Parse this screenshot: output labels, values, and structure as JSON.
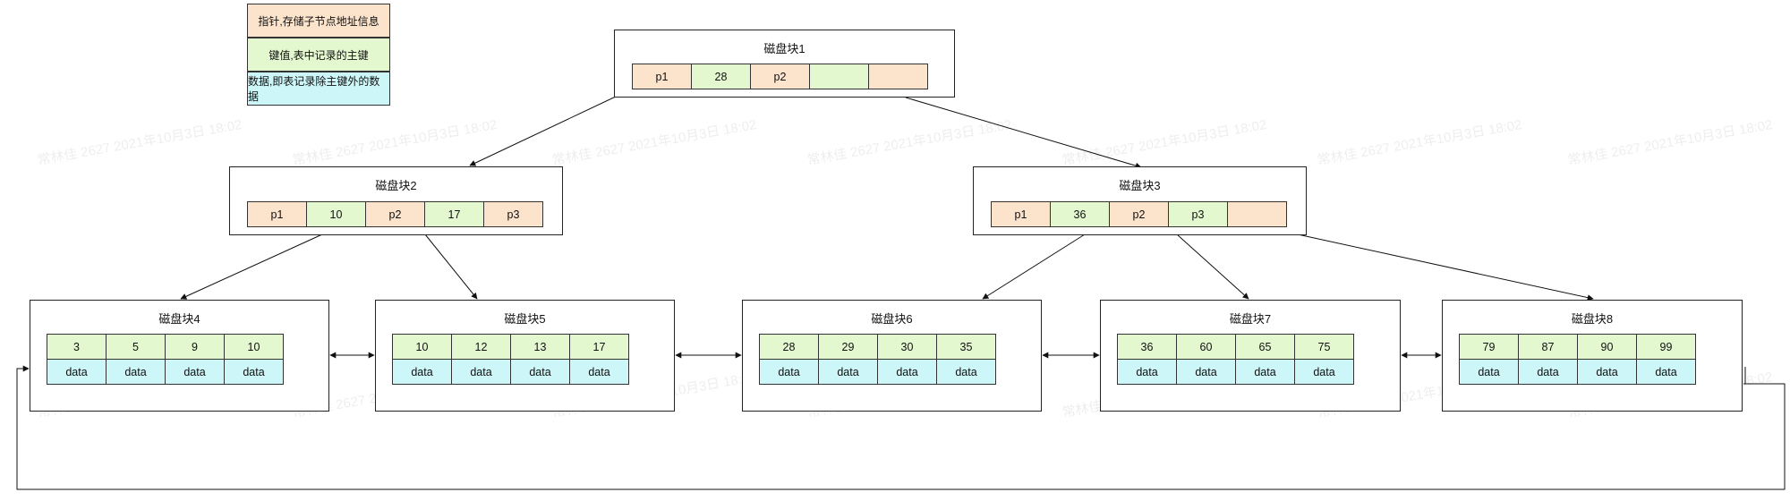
{
  "legend": [
    {
      "text": "指针,存储子节点地址信息",
      "color": "#fce3cc"
    },
    {
      "text": "键值,表中记录的主键",
      "color": "#e3f8cf"
    },
    {
      "text": "数据,即表记录除主键外的数据",
      "color": "#cdf6f8"
    }
  ],
  "watermark_text": "常林佳 2627 2021年10月3日 18:02",
  "blocks": {
    "b1": {
      "title": "磁盘块1",
      "cells": [
        {
          "t": "p",
          "v": "p1"
        },
        {
          "t": "k",
          "v": "28"
        },
        {
          "t": "p",
          "v": "p2"
        },
        {
          "t": "k",
          "v": ""
        },
        {
          "t": "p",
          "v": ""
        }
      ]
    },
    "b2": {
      "title": "磁盘块2",
      "cells": [
        {
          "t": "p",
          "v": "p1"
        },
        {
          "t": "k",
          "v": "10"
        },
        {
          "t": "p",
          "v": "p2"
        },
        {
          "t": "k",
          "v": "17"
        },
        {
          "t": "p",
          "v": "p3"
        }
      ]
    },
    "b3": {
      "title": "磁盘块3",
      "cells": [
        {
          "t": "p",
          "v": "p1"
        },
        {
          "t": "k",
          "v": "36"
        },
        {
          "t": "p",
          "v": "p2"
        },
        {
          "t": "k",
          "v": "p3"
        },
        {
          "t": "p",
          "v": ""
        }
      ]
    },
    "b4": {
      "title": "磁盘块4",
      "keys": [
        "3",
        "5",
        "9",
        "10"
      ],
      "data": [
        "data",
        "data",
        "data",
        "data"
      ]
    },
    "b5": {
      "title": "磁盘块5",
      "keys": [
        "10",
        "12",
        "13",
        "17"
      ],
      "data": [
        "data",
        "data",
        "data",
        "data"
      ]
    },
    "b6": {
      "title": "磁盘块6",
      "keys": [
        "28",
        "29",
        "30",
        "35"
      ],
      "data": [
        "data",
        "data",
        "data",
        "data"
      ]
    },
    "b7": {
      "title": "磁盘块7",
      "keys": [
        "36",
        "60",
        "65",
        "75"
      ],
      "data": [
        "data",
        "data",
        "data",
        "data"
      ]
    },
    "b8": {
      "title": "磁盘块8",
      "keys": [
        "79",
        "87",
        "90",
        "99"
      ],
      "data": [
        "data",
        "data",
        "data",
        "data"
      ]
    }
  }
}
